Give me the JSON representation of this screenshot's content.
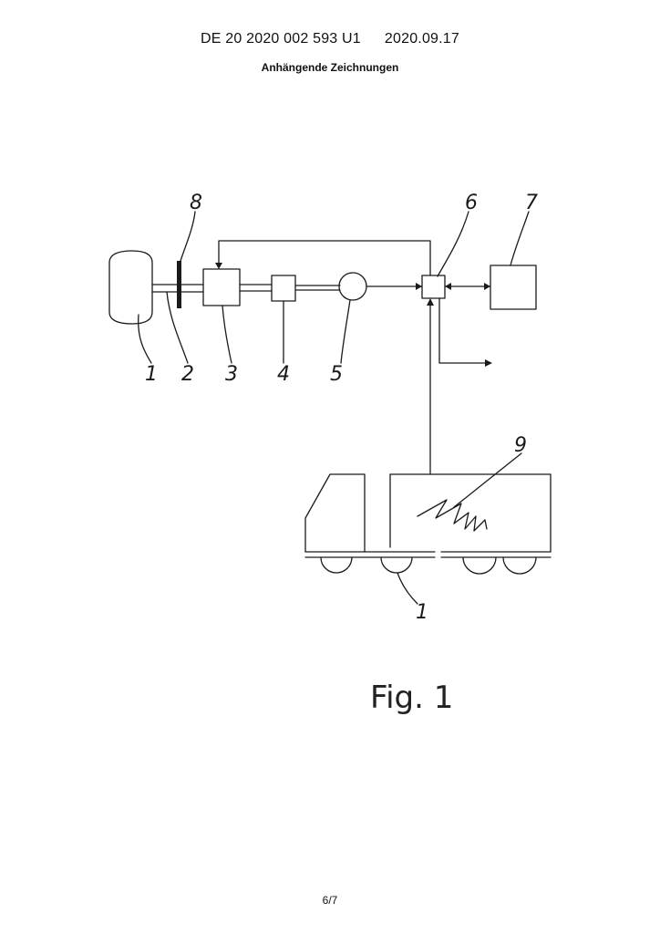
{
  "header": {
    "document_number": "DE 20 2020 002 593 U1",
    "date": "2020.09.17",
    "subtitle": "Anhängende Zeichnungen"
  },
  "figure": {
    "caption": "Fig. 1",
    "labels": {
      "tank": "1",
      "shaft": "2",
      "block_3": "3",
      "block_4": "4",
      "circle_5": "5",
      "junction_6": "6",
      "block_7": "7",
      "disc_8": "8",
      "cargo_9": "9",
      "vehicle": "1"
    }
  },
  "footer": {
    "page_number": "6/7"
  }
}
